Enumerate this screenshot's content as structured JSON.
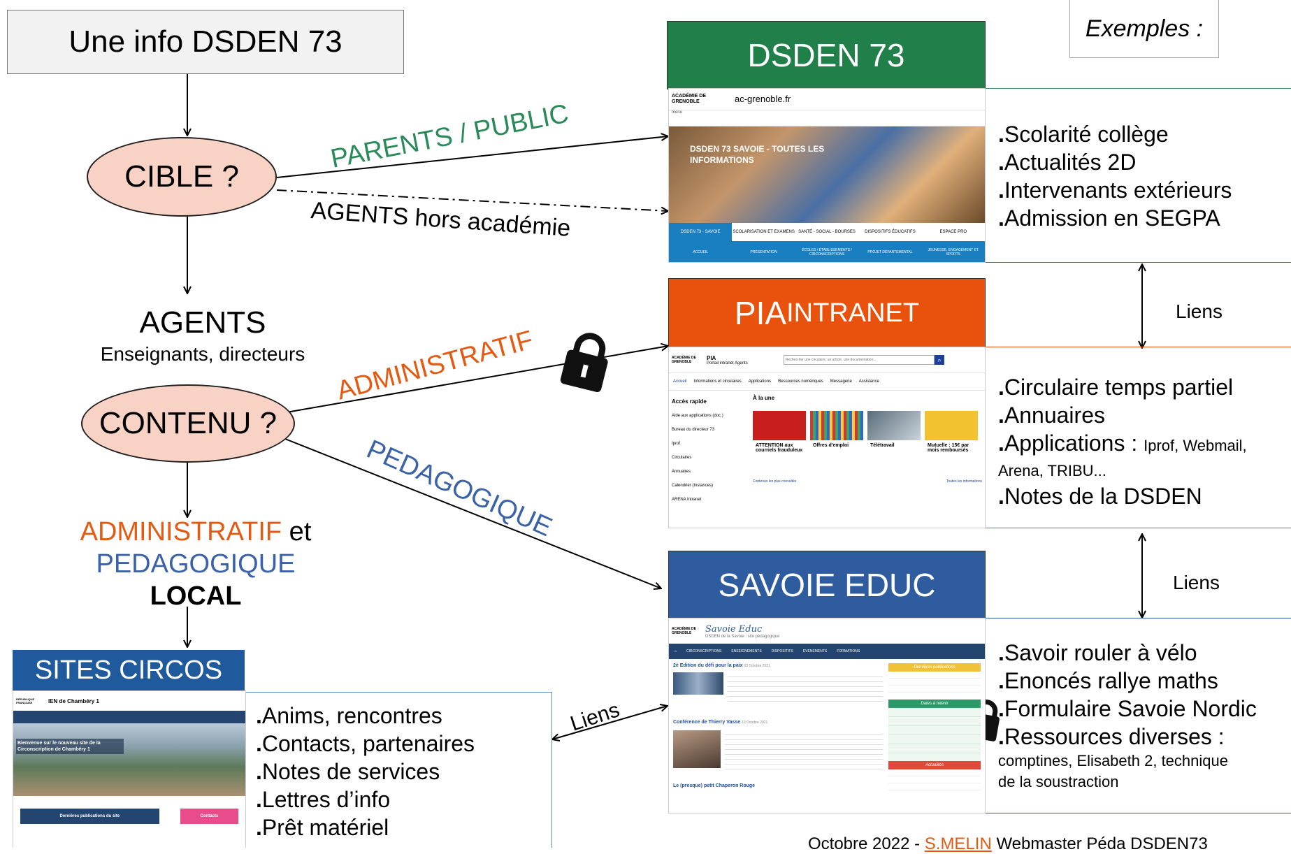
{
  "header_box": "Une info DSDEN 73",
  "examples_label": "Exemples :",
  "cible": "CIBLE ?",
  "edge_parents": "PARENTS / PUBLIC",
  "edge_agents_hors": "AGENTS hors académie",
  "agents": {
    "title": "AGENTS",
    "subtitle": "Enseignants, directeurs"
  },
  "contenu": "CONTENU ?",
  "edge_administratif": "ADMINISTRATIF",
  "edge_pedagogique": "PEDAGOGIQUE",
  "local": {
    "admin": "ADMINISTRATIF",
    "et": " et",
    "peda": "PEDAGOGIQUE",
    "local": "LOCAL"
  },
  "liens": [
    "Liens",
    "Liens",
    "Liens"
  ],
  "dsden": {
    "title": "DSDEN 73",
    "site": "ac-grenoble.fr",
    "academie": "ACADÉMIE DE GRENOBLE",
    "banner": "DSDEN 73 SAVOIE - TOUTES LES INFORMATIONS",
    "tabs": [
      "DSDEN 73 - SAVOIE",
      "SCOLARISATION ET EXAMENS",
      "SANTÉ - SOCIAL - BOURSES",
      "DISPOSITIFS ÉDUCATIFS",
      "ESPACE PRO"
    ],
    "subtabs": [
      "ACCUEIL",
      "PRÉSENTATION",
      "ÉCOLES / ÉTABLISSEMENTS / CIRCONSCRIPTIONS",
      "PROJET DÉPARTEMENTAL",
      "JEUNESSE, ENGAGEMENT ET SPORTS"
    ],
    "items": [
      "Scolarité collège",
      "Actualités 2D",
      "Intervenants extérieurs",
      "Admission en SEGPA"
    ]
  },
  "pia": {
    "title_big": "PIA",
    "title_small": " INTRANET",
    "portal": "PIA",
    "portal_sub": "Portail intranet Agents",
    "search_placeholder": "Rechercher une circulaire, un article, une documentation...",
    "nav": [
      "Accueil",
      "Informations et circulaires",
      "Applications",
      "Ressources numériques",
      "Messagerie",
      "Assistance"
    ],
    "acces": "Accès rapide",
    "une": "À la une",
    "quick": [
      "Aide aux applications (doc.)",
      "Bureau du directeur 73",
      "Iprof",
      "Circulaires",
      "Annuaires",
      "Calendrier (Instances)",
      "ARENA Intranet"
    ],
    "cards": [
      "ATTENTION aux courriels frauduleux",
      "Offres d'emploi",
      "Télétravail",
      "Mutuelle : 15€ par mois remboursés"
    ],
    "footer_left": "Contenus les plus consultés",
    "footer_right": "Toutes les informations",
    "items": [
      "Circulaire temps partiel",
      "Annuaires",
      "Applications : ",
      "Notes de la DSDEN"
    ],
    "apps_small": "Iprof, Webmail,",
    "apps_line2": "Arena, TRIBU..."
  },
  "savoie": {
    "title": "SAVOIE EDUC",
    "logo": "Savoie Educ",
    "logo_sub": "DSDEN de la Savoie : site pédagogique",
    "nav": [
      "CIRCONSCRIPTIONS",
      "ENSEIGNEMENTS",
      "DISPOSITIFS",
      "EVENEMENTS",
      "FORMATIONS"
    ],
    "post1_title": "2è Edition du défi pour la paix",
    "post1_date": "03 Octobre 2021",
    "post2_title": "Conférence de Thierry Vasse",
    "post2_date": "13 Octobre 2021",
    "post3_title": "Le (presque) petit Chaperon Rouge",
    "side1": "Dernières publications",
    "side2": "Dates à retenir",
    "side3": "Actualités",
    "items": [
      "Savoir rouler à vélo",
      "Enoncés rallye maths",
      "Formulaire Savoie Nordic",
      "Ressources diverses :"
    ],
    "res_small1": "comptines, Elisabeth 2, technique",
    "res_small2": "de la soustraction"
  },
  "circos": {
    "title": "SITES CIRCOS",
    "ien": "IEN de Chambéry 1",
    "welcome": "Bienvenue sur le nouveau site de la Circonscription de Chambéry 1",
    "last": "Dernières publications du site",
    "contacts": "Contacts",
    "items": [
      "Anims, rencontres",
      "Contacts, partenaires",
      "Notes de services",
      "Lettres d’info",
      "Prêt matériel"
    ]
  },
  "footer": {
    "prefix": "Octobre 2022 - ",
    "author": "S.MELIN",
    "suffix": " Webmaster Péda DSDEN73"
  },
  "colors": {
    "dsden": "#21804a",
    "pia": "#e9520c",
    "savoie": "#2e5c9e",
    "circos": "#1f5a9c",
    "orange_text": "#e45a12",
    "blue_text": "#3a62a8",
    "green_text": "#2a8a5a",
    "ellipse": "#f9d2c6"
  }
}
